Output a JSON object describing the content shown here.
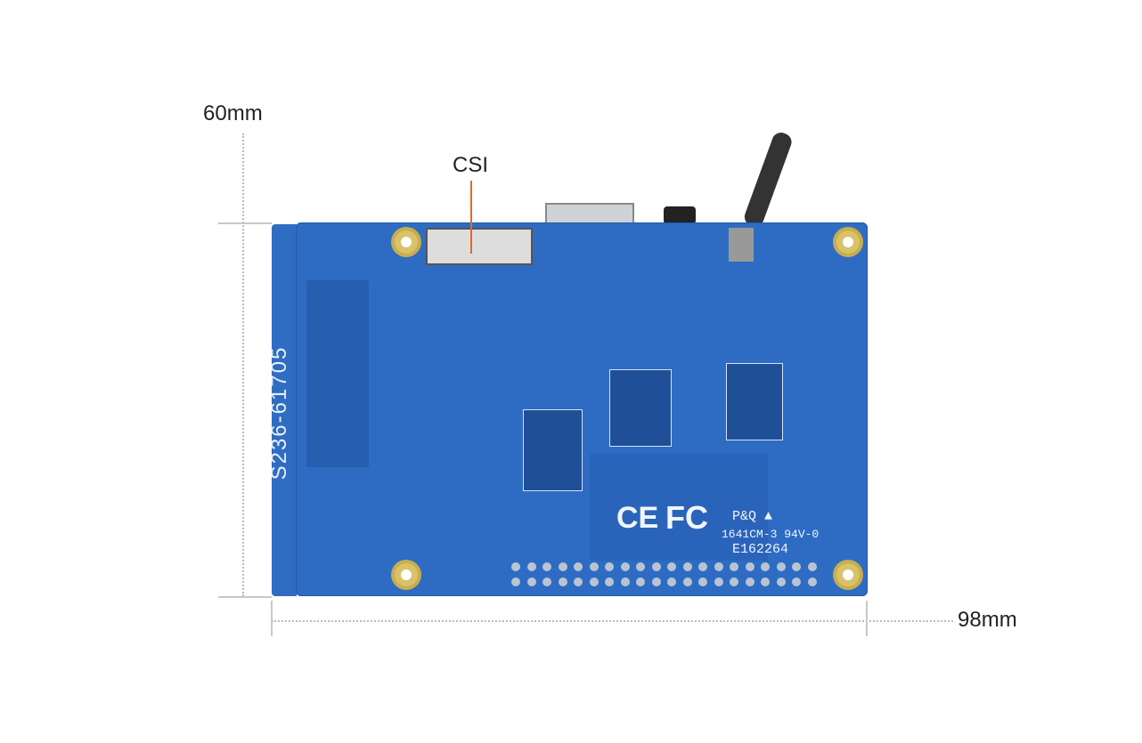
{
  "dimensions": {
    "height_label": "60mm",
    "width_label": "98mm"
  },
  "callouts": [
    {
      "label": "CSI",
      "color": "#e8681e"
    }
  ],
  "board": {
    "color": "#2e6cc4",
    "edge_strip_text": "S236-61705",
    "markings": {
      "ce": "CE",
      "fcc": "FC",
      "ul": "P&Q ▲",
      "rating": "1641CM-3 94V-0",
      "file_no": "E162264"
    }
  }
}
